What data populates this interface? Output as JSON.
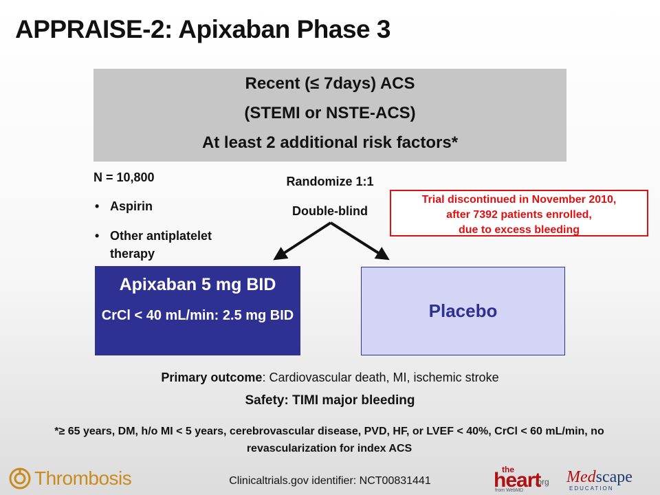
{
  "slide": {
    "title": "APPRAISE-2: Apixaban Phase 3",
    "criteria": [
      "Recent (≤ 7days) ACS",
      "(STEMI or NSTE-ACS)",
      "At least 2 additional risk factors*"
    ],
    "n_text": "N = 10,800",
    "bullets": [
      "Aspirin",
      "Other antiplatelet therapy"
    ],
    "randomize": "Randomize 1:1",
    "blinding": "Double-blind",
    "alert_lines": [
      "Trial discontinued in November 2010,",
      "after 7392 patients enrolled,",
      "due to excess bleeding"
    ],
    "apixaban_main": "Apixaban 5 mg BID",
    "apixaban_sub": "CrCl < 40 mL/min: 2.5 mg BID",
    "placebo": "Placebo",
    "primary_label": "Primary outcome",
    "primary_text": ": Cardiovascular death, MI, ischemic stroke",
    "safety": "Safety: TIMI major bleeding",
    "footnote": "*≥ 65 years, DM, h/o MI < 5 years, cerebrovascular disease, PVD, HF, or LVEF < 40%, CrCl < 60 mL/min, no revascularization  for index ACS",
    "identifier": "Clinicaltrials.gov identifier: NCT00831441"
  },
  "logos": {
    "thrombosis": "Thrombosis",
    "theheart_the": "the",
    "theheart_heart": "heart",
    "theheart_org": ".org",
    "theheart_from": "from WebMD",
    "medscape_med": "Med",
    "medscape_scape": "scape",
    "medscape_edu": "EDUCATION"
  },
  "colors": {
    "accent_blue": "#2e3192",
    "placebo_fill": "#d4d4f5",
    "alert_red": "#e01010",
    "criteria_gray": "#c6c6c6",
    "thrombosis_orange": "#c98b20"
  }
}
